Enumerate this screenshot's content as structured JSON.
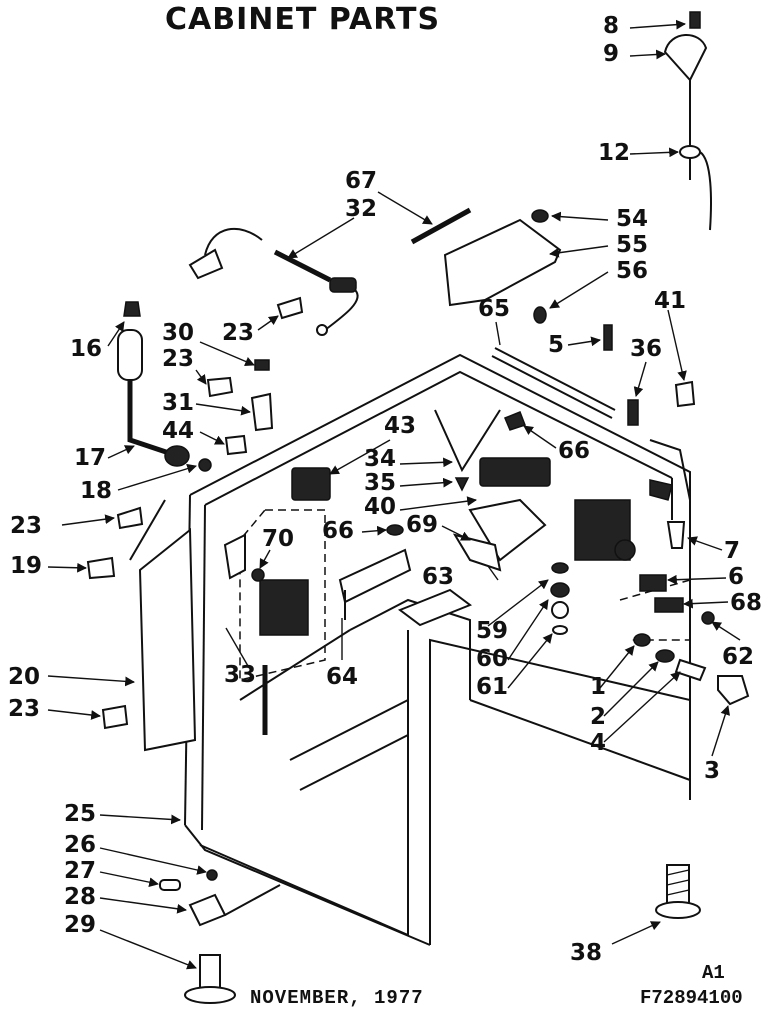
{
  "title": "CABINET PARTS",
  "footer": {
    "date": "NOVEMBER, 1977",
    "revision": "A1",
    "code": "F72894100"
  },
  "callouts": [
    "8",
    "9",
    "12",
    "67",
    "32",
    "54",
    "55",
    "56",
    "65",
    "5",
    "41",
    "36",
    "16",
    "30",
    "23",
    "23",
    "31",
    "44",
    "43",
    "17",
    "18",
    "34",
    "35",
    "66",
    "40",
    "23",
    "66",
    "69",
    "70",
    "7",
    "19",
    "6",
    "63",
    "68",
    "59",
    "62",
    "60",
    "20",
    "33",
    "64",
    "61",
    "1",
    "23",
    "2",
    "4",
    "3",
    "25",
    "26",
    "27",
    "28",
    "29",
    "38"
  ]
}
